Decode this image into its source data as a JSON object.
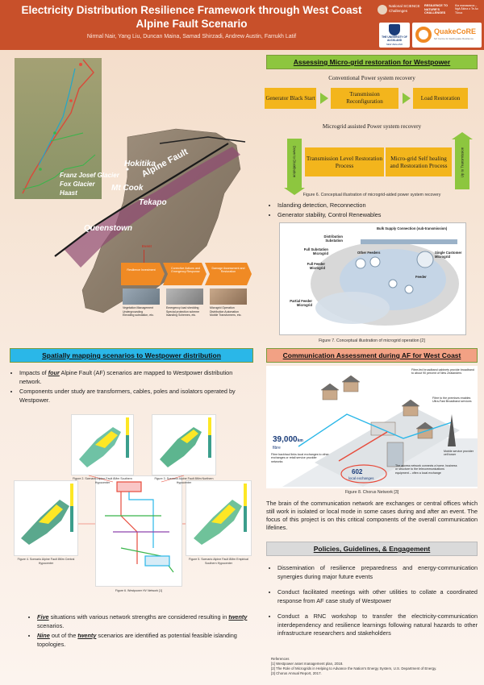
{
  "header": {
    "title": "Electricity Distribution Resilience Framework through West Coast Alpine Fault Scenario",
    "authors": "Nirmal Nair, Yang Liu, Duncan Maina, Samad Shirzadi, Andrew Austin, Farrukh Latif"
  },
  "logos": {
    "nsc": "National SCIENCE Challenges",
    "rnc_a": "RESILIENCE TO NATURE'S CHALLENGES",
    "rnc_b": "Kia manawaroa – Ngā Ākina o Te Ao Tūroa",
    "uoa": "THE UNIVERSITY OF AUCKLAND",
    "uoa_sub": "NEW ZEALAND",
    "quake": "QuakeCoRE",
    "quake_sub": "NZ Centre for Earthquake Resilience"
  },
  "map": {
    "places": [
      "Hokitika",
      "Franz Josef Glacier",
      "Fox Glacier",
      "Mt Cook",
      "Haast",
      "Tekapo",
      "Queenstown"
    ],
    "fault_label": "Alpine Fault",
    "event_label": "Event",
    "stages": [
      "Resilience Investment",
      "Corrective Actions and Emergency Response",
      "Damage Assessment and Restoration"
    ],
    "stage_lists": [
      [
        "Vegetation Management",
        "Undergrounding",
        "Elevating substation, etc."
      ],
      [
        "Emergency load shedding",
        "Special protection scheme",
        "Islanding Schemes, etc."
      ],
      [
        "Microgrid Operation",
        "Distribution Automation",
        "Mobile Transformers, etc."
      ]
    ]
  },
  "microgrid": {
    "header": "Assessing Micro-grid restoration for Westpower",
    "conv_label": "Conventional Power system recovery",
    "conv_steps": [
      "Generator Black Start",
      "Transmission Reconfiguration",
      "Load Restoration"
    ],
    "mg_label": "Microgrid assisted Power system recovery",
    "mg_left": "Down to Distribution",
    "mg_mid_a": "Transmission Level Restoration Process",
    "mg_mid_b": "Micro-grid Self healing and Restoration Process",
    "mg_right": "Up to Transmission",
    "fig6": "Figure 6. Conceptual illustration of microgrid-aided power system recovery",
    "bullets": [
      "Islanding detection, Reconnection",
      "Generator stability, Control Renewables"
    ],
    "fig7_labels": [
      "Bulk Supply Connection (sub-transmission)",
      "Distribution Substation",
      "Full Substation Microgrid",
      "Full Feeder Microgrid",
      "Other Feeders",
      "Single Customer Microgrid",
      "Feeder",
      "Partial Feeder Microgrid"
    ],
    "fig7": "Figure 7. Conceptual illustration of microgrid operation [2]"
  },
  "spatial": {
    "header": "Spatially mapping scenarios to Westpower distribution",
    "bullets_a": [
      {
        "pre": "Impacts of ",
        "em": "four",
        "post": " Alpine Fault (AF) scenarios are mapped to Westpower distribution network."
      },
      {
        "pre": "Components under study are transformers, cables, poles and isolators operated by Westpower.",
        "em": "",
        "post": ""
      }
    ],
    "fig_caps": [
      "Figure 2. Scenario Alpine Fault 8Mm Southern Hypocenter",
      "Figure 3. Scenario Alpine Fault 8Mm Northern Hypocenter",
      "Figure 4. Scenario Alpine Fault 8Mm Central Hypocenter",
      "Figure 5. Scenario Alpine Fault 8Mm Empirical Southern Hypocenter",
      "Figure 6. Westpower HV Network [1]"
    ],
    "b1_em1": "Five",
    "b1_mid": " situations with various network strengths are considered resulting in ",
    "b1_em2": "twenty",
    "b1_post": " scenarios.",
    "b2_em1": "Nine",
    "b2_mid": " out of the ",
    "b2_em2": "twenty",
    "b2_post": " scenarios are identified as potential feasible islanding topologies."
  },
  "comms": {
    "header": "Communication Assessment during AF for West Coast",
    "stat_a": "39,000",
    "stat_a_unit": "km",
    "stat_a_sub": "fibre",
    "stat_b": "602",
    "stat_b_sub": "local exchanges",
    "labels": [
      "Fibre-fed broadband cabinets provide broadband to about 90 percent of New Zealanders",
      "Fibre to the premises enables Ultra-Fast Broadband services",
      "Fibre backhaul links local exchanges to other exchanges or retail service provider networks",
      "Mobile service provider cell tower",
      "The access network connects a home, business or structure to the telecommunications equipment – often a local exchange"
    ],
    "fig8": "Figure 8. Chorus Network [3]",
    "body": "The brain of the communication network are exchanges or central offices which still work in isolated or local mode in some cases during and after an event. The focus of this project is on this critical components of the overall communication lifelines."
  },
  "policies": {
    "header": "Policies, Guidelines, & Engagement",
    "bullets": [
      "Dissemination of resilience preparedness and energy-communication synergies during major future events",
      "Conduct facilitated meetings with other utilities to collate a coordinated response from AF case study of Westpower",
      "Conduct a RNC workshop to transfer the electricity-communication interdependency and resilience learnings following natural hazards to other infrastructure researchers and stakeholders"
    ]
  },
  "references": {
    "title": "References",
    "items": [
      "[1] Westpower asset management plan, 2018.",
      "[2] The Role of Microgrids in Helping to Advance the Nation's Energy System, U.S. Department of Energy.",
      "[3] Chorus Annual Report, 2017."
    ]
  },
  "colors": {
    "header": "#c8502a",
    "green_hdr": "#8dc63f",
    "blue_hdr": "#2ab7e8",
    "salmon_hdr": "#f2a184",
    "grey_hdr": "#dadada",
    "orange": "#f08a24",
    "amber": "#f3b51c"
  }
}
